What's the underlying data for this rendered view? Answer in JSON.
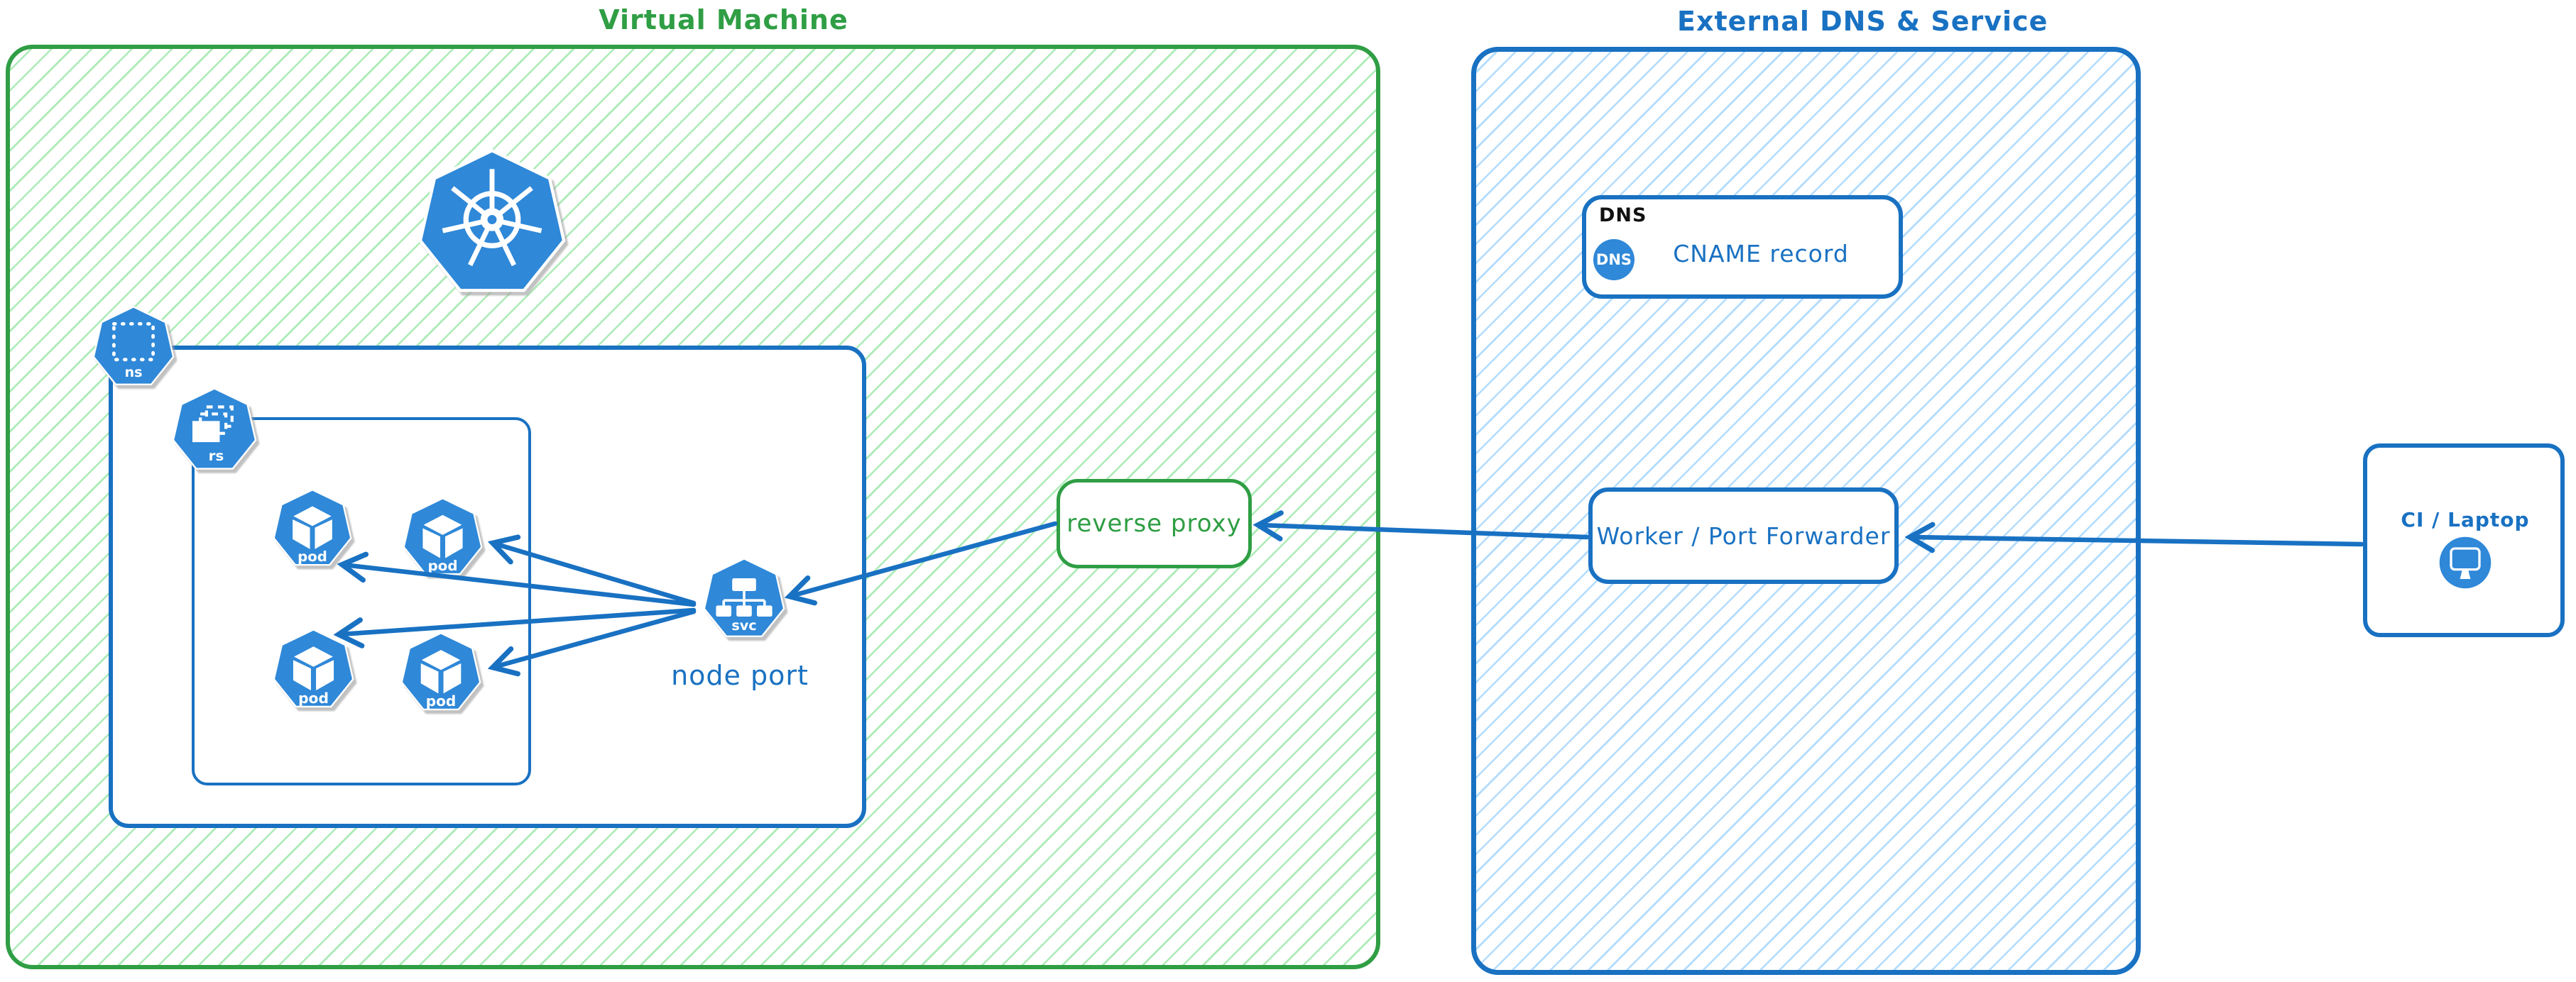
{
  "diagram": {
    "vm": {
      "title": "Virtual Machine"
    },
    "external": {
      "title": "External DNS & Service"
    },
    "kubernetes_logo": "kubernetes",
    "ns_icon": {
      "label": "ns"
    },
    "rs_icon": {
      "label": "rs"
    },
    "pods": [
      {
        "label": "pod"
      },
      {
        "label": "pod"
      },
      {
        "label": "pod"
      },
      {
        "label": "pod"
      }
    ],
    "svc_icon": {
      "label": "svc"
    },
    "node_port": {
      "caption": "node port"
    },
    "reverse_proxy": {
      "label": "reverse proxy"
    },
    "dns": {
      "tag": "DNS",
      "badge": "DNS",
      "record": "CNAME record"
    },
    "worker": {
      "label": "Worker / Port Forwarder"
    },
    "ci": {
      "label": "CI / Laptop"
    }
  },
  "icons": {
    "kubernetes_logo": "kubernetes-wheel-icon",
    "namespace": "namespace-icon",
    "replicaset": "replicaset-icon",
    "pod": "pod-cube-icon",
    "service": "service-tree-icon",
    "dns_badge": "dns-badge-icon",
    "monitor": "monitor-icon"
  },
  "colors": {
    "green_stroke": "#2f9e44",
    "green_hatch": "#69db7c",
    "blue_stroke": "#1971c2",
    "blue_hatch": "#74c0fc",
    "icon_blue": "#2f88d8",
    "text_black": "#111111",
    "white": "#ffffff"
  }
}
